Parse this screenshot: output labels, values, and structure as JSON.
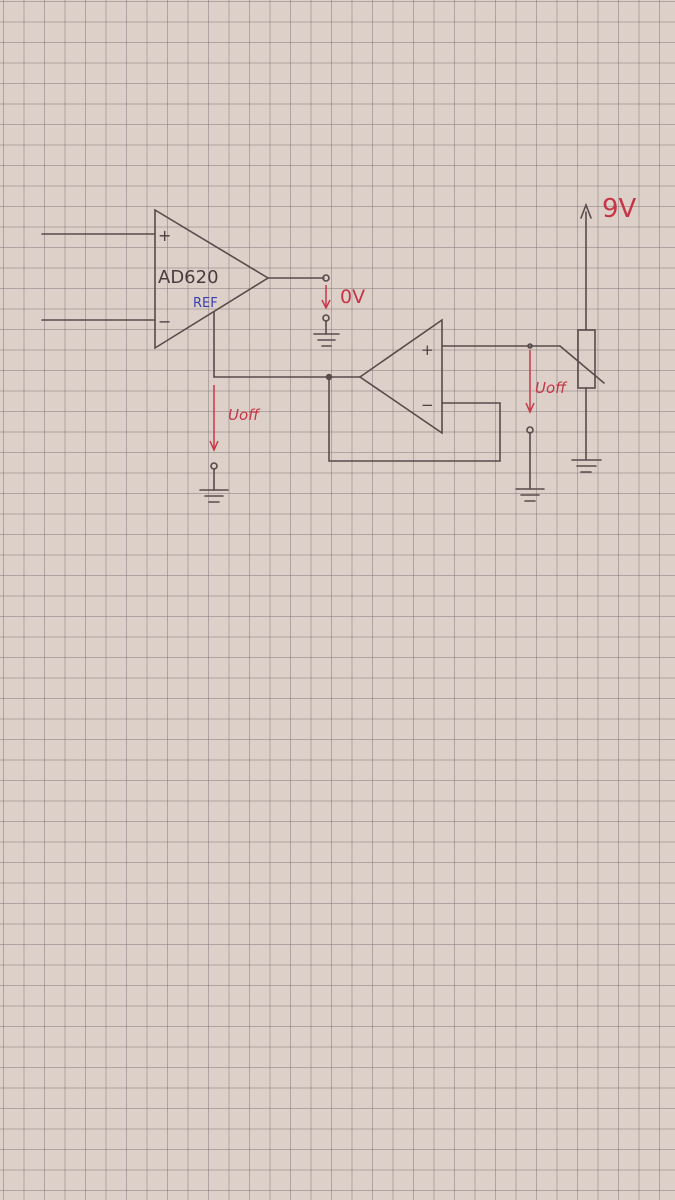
{
  "labels": {
    "amp_name": "AD620",
    "amp_plus": "+",
    "amp_minus": "−",
    "ref": "REF",
    "out_voltage": "0V",
    "uoff_left": "Uoff",
    "uoff_right": "Uoff",
    "buf_plus": "+",
    "buf_minus": "−",
    "supply": "9V"
  },
  "colors": {
    "paper": "#ddd0c8",
    "grid": "#786e73",
    "ink": "#5a4a4c",
    "red_ink": "#c83848",
    "blue_ink": "#3a3fb0"
  }
}
